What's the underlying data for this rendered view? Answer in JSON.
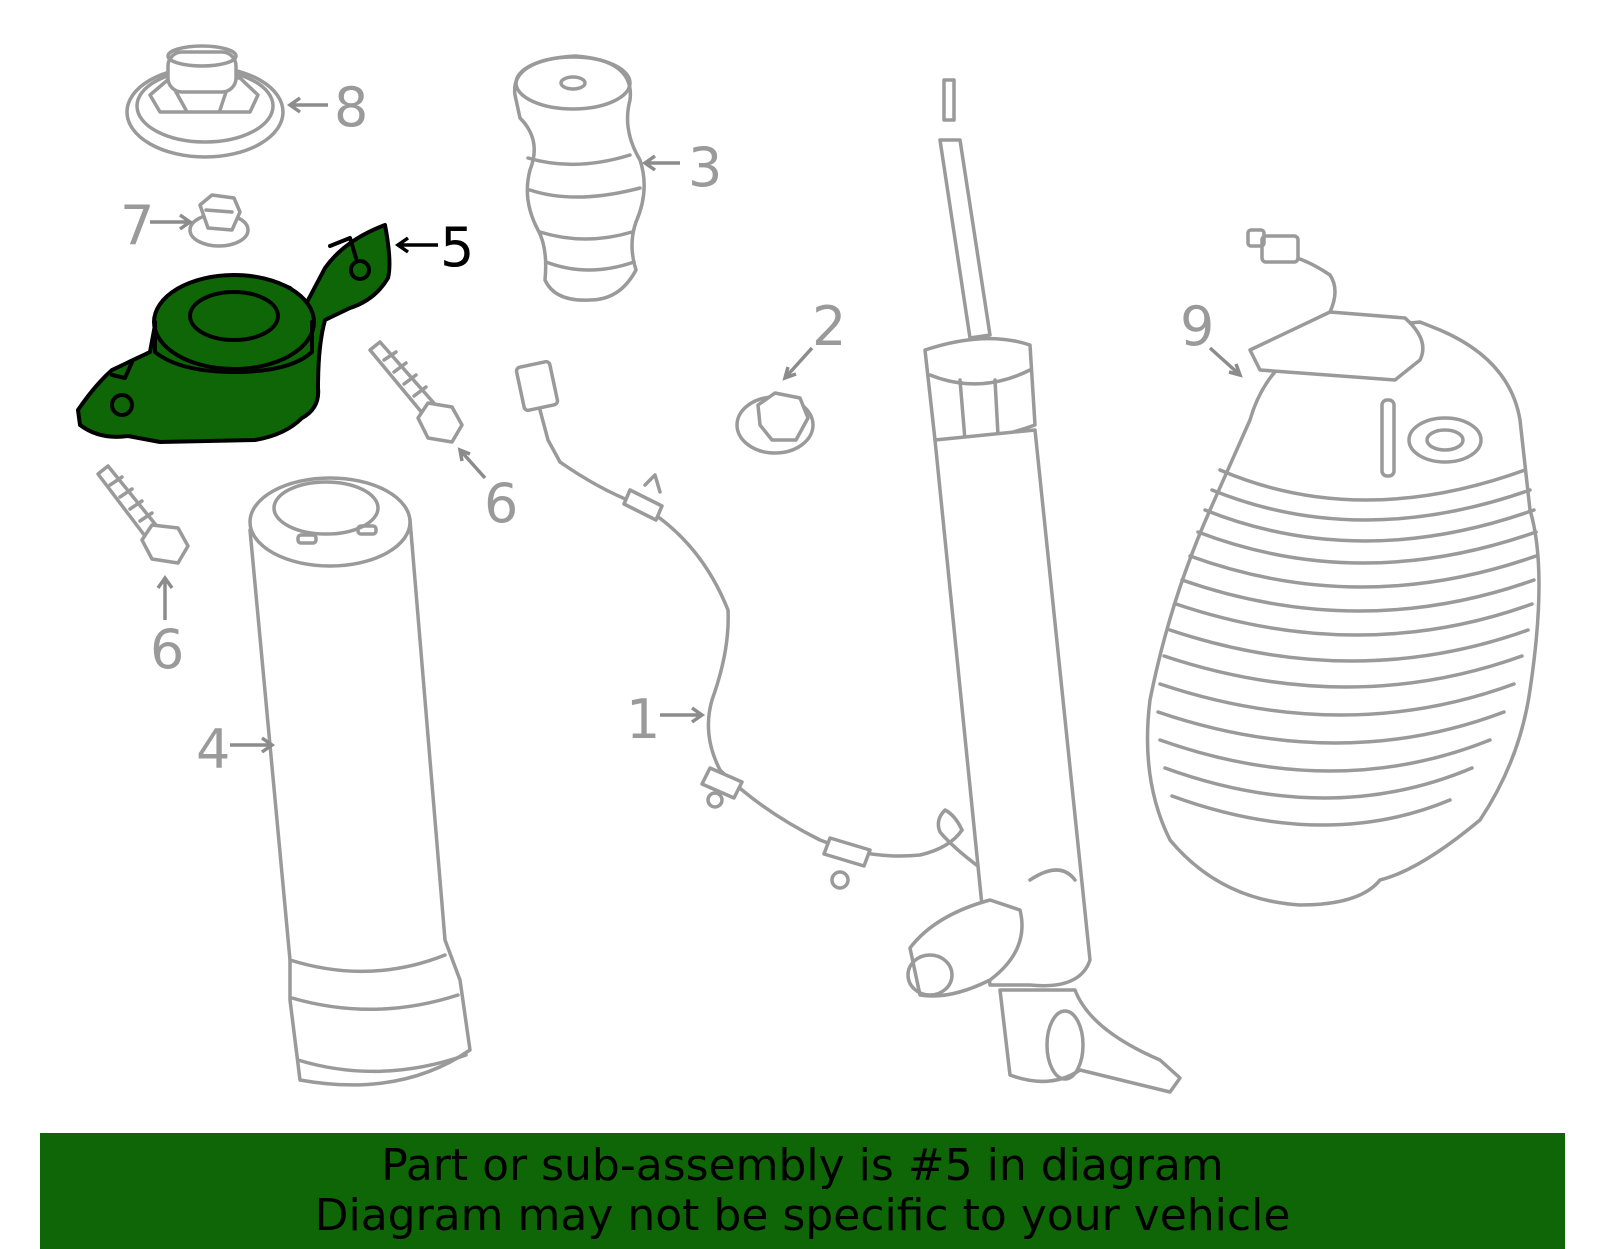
{
  "callouts": {
    "c1": "1",
    "c2": "2",
    "c3": "3",
    "c4": "4",
    "c5": "5",
    "c6a": "6",
    "c6b": "6",
    "c7": "7",
    "c8": "8",
    "c9": "9"
  },
  "highlighted_part": "5",
  "colors": {
    "highlight": "#0f6606",
    "line": "#9a9a9a",
    "banner": "#0f6606"
  },
  "banner": {
    "line1": "Part or sub-assembly is #5 in diagram",
    "line2": "Diagram may not be specific to your vehicle"
  }
}
